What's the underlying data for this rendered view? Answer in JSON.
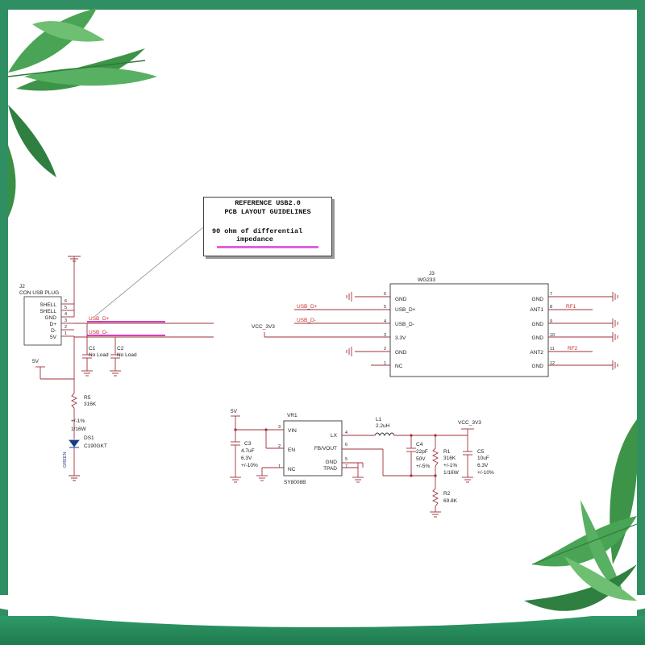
{
  "note": {
    "line1": "REFERENCE USB2.0",
    "line2": "PCB LAYOUT GUIDELINES",
    "line3": "90 ohm of differential",
    "line4": "impedance"
  },
  "usb": {
    "ref": "J2",
    "name": "CON USB PLUG",
    "pins": [
      "SHELL",
      "SHELL",
      "GND",
      "D+",
      "D-",
      "5V"
    ],
    "pin_numbers": [
      "6",
      "5",
      "4",
      "3",
      "2",
      "1"
    ],
    "net_dp": "USB_D+",
    "net_dm": "USB_D-"
  },
  "caps_nl": {
    "c1_ref": "C1",
    "c1_val": "No Load",
    "c2_ref": "C2",
    "c2_val": "No Load"
  },
  "led_circuit": {
    "supply": "5V",
    "r5_ref": "R5",
    "r5_val": "316K",
    "r5_tol": "+/-1%",
    "r5_pow": "1/16W",
    "ds1_ref": "DS1",
    "ds1_part": "C190GKT",
    "ds1_color": "GREEN"
  },
  "module": {
    "ref": "J3",
    "part": "WG233",
    "left_pins": [
      {
        "num": "6",
        "label": "GND"
      },
      {
        "num": "5",
        "label": "USB_D+"
      },
      {
        "num": "4",
        "label": "USB_D-"
      },
      {
        "num": "3",
        "label": "3.3V"
      },
      {
        "num": "2",
        "label": "GND"
      },
      {
        "num": "1",
        "label": "NC"
      }
    ],
    "right_pins": [
      {
        "num": "7",
        "label": "GND"
      },
      {
        "num": "8",
        "label": "ANT1"
      },
      {
        "num": "9",
        "label": "GND"
      },
      {
        "num": "10",
        "label": "GND"
      },
      {
        "num": "11",
        "label": "ANT2"
      },
      {
        "num": "12",
        "label": "GND"
      }
    ],
    "net_dp": "USB_D+",
    "net_dm": "USB_D-",
    "vcc": "VCC_3V3",
    "rf1": "RF1",
    "rf2": "RF2"
  },
  "regulator": {
    "supply": "5V",
    "ref": "VR1",
    "part": "SY8008B",
    "pins_left": [
      {
        "num": "3",
        "label": "VIN"
      },
      {
        "num": "2",
        "label": "EN"
      },
      {
        "num": "1",
        "label": "NC"
      }
    ],
    "pins_right": [
      {
        "num": "4",
        "label": "LX"
      },
      {
        "num": "6",
        "label": "FB/VOUT"
      },
      {
        "num": "5",
        "label": "GND"
      },
      {
        "num": "7",
        "label": "TPAD"
      }
    ],
    "c3": {
      "ref": "C3",
      "val": "4.7uF",
      "v": "6.3V",
      "tol": "+/-10%"
    },
    "l1": {
      "ref": "L1",
      "val": "2.2uH"
    },
    "c4": {
      "ref": "C4",
      "val": "22pF",
      "v": "50V",
      "tol": "+/-5%"
    },
    "r1": {
      "ref": "R1",
      "val": "316K",
      "tol": "+/-1%",
      "pow": "1/16W"
    },
    "c5": {
      "ref": "C5",
      "val": "10uF",
      "v": "6.3V",
      "tol": "+/-10%"
    },
    "r2": {
      "ref": "R2",
      "val": "69.8K"
    },
    "vout": "VCC_3V3"
  },
  "colors": {
    "wire": "#a0303a",
    "usb_net": "#d040c0",
    "label_red": "#cc2a2a",
    "frame_green": "#2f8f62",
    "leaf_green": "#3f9a4a"
  }
}
